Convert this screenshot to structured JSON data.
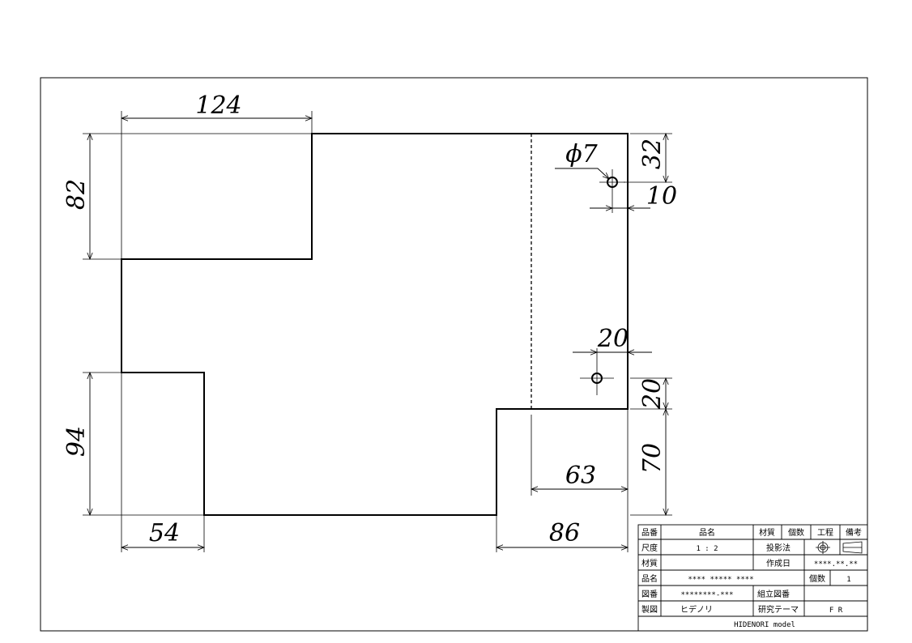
{
  "dimensions": {
    "top_width": "124",
    "left_upper": "82",
    "left_lower": "94",
    "bottom_left": "54",
    "bottom_right": "86",
    "right_top": "32",
    "hole_offset_top": "10",
    "hole_diameter": "ϕ7",
    "hole_offset_bottom": "20",
    "right_mid": "20",
    "right_bottom": "70",
    "inner_width": "63"
  },
  "title_block": {
    "headers": {
      "part_no": "品番",
      "part_name": "品名",
      "material": "材質",
      "qty": "個数",
      "process": "工程",
      "remarks": "備考"
    },
    "scale_label": "尺度",
    "scale_value": "1 : 2",
    "projection_label": "投影法",
    "material_label": "材質",
    "date_label": "作成日",
    "date_value": "****.**.**",
    "name_label": "品名",
    "name_value": "**** ***** ****",
    "qty_label": "個数",
    "qty_value": "1",
    "drawing_no_label": "図番",
    "drawing_no_value": "********-***",
    "assembly_label": "組立図番",
    "drafter_label": "製図",
    "drafter_value": "ヒデノリ",
    "theme_label": "研究テーマ",
    "theme_value": "F R",
    "model": "HIDENORI model"
  }
}
